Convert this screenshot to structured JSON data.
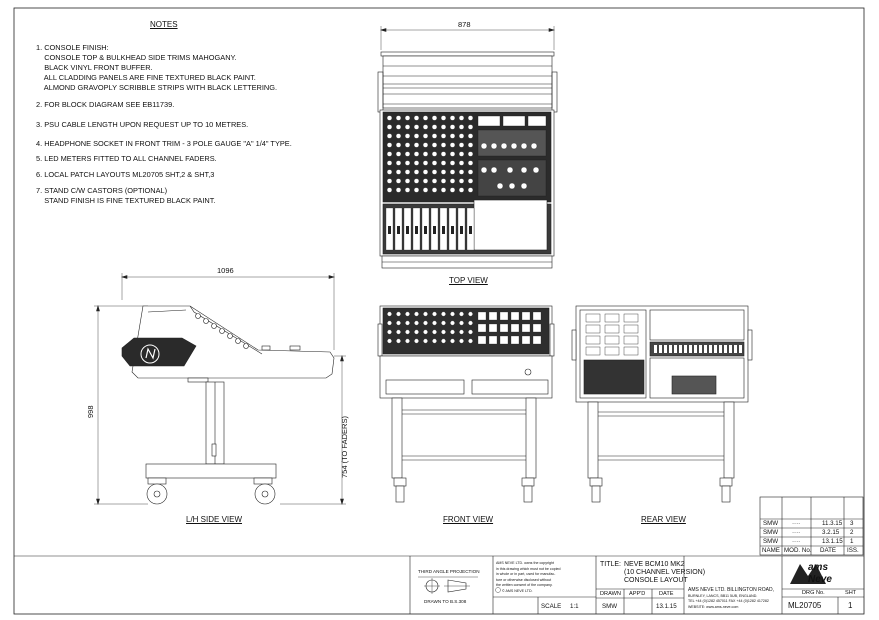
{
  "notes": {
    "title": "NOTES",
    "lines": [
      "1. CONSOLE FINISH:",
      "    CONSOLE TOP & BULKHEAD SIDE TRIMS MAHOGANY.",
      "    BLACK VINYL FRONT BUFFER.",
      "    ALL CLADDING PANELS ARE FINE TEXTURED BLACK PAINT.",
      "    ALMOND GRAVOPLY SCRIBBLE STRIPS WITH BLACK LETTERING.",
      "2. FOR BLOCK DIAGRAM SEE EB11739.",
      "3. PSU CABLE LENGTH UPON REQUEST UP TO 10 METRES.",
      "4. HEADPHONE SOCKET IN FRONT TRIM - 3 POLE GAUGE \"A\" 1/4\" TYPE.",
      "5. LED METERS FITTED TO ALL CHANNEL FADERS.",
      "6. LOCAL PATCH LAYOUTS ML20705 SHT,2 & SHT,3",
      "7. STAND C/W CASTORS (OPTIONAL)",
      "    STAND FINISH IS FINE TEXTURED BLACK PAINT."
    ]
  },
  "views": {
    "top": "TOP VIEW",
    "side": "L/H SIDE VIEW",
    "front": "FRONT VIEW",
    "rear": "REAR VIEW"
  },
  "dimensions": {
    "top_width": "878",
    "side_width": "1096",
    "side_height": "998",
    "fader_height": "754 (TO FADERS)"
  },
  "revisions": {
    "rows": [
      {
        "name": "SMW",
        "mod": "····",
        "date": "11.3.15",
        "iss": "3"
      },
      {
        "name": "SMW",
        "mod": "····",
        "date": "3.2.15",
        "iss": "2"
      },
      {
        "name": "SMW",
        "mod": "····",
        "date": "13.1.15",
        "iss": "1"
      }
    ],
    "headers": {
      "name": "NAME",
      "mod": "MOD. No.",
      "date": "DATE",
      "iss": "ISS."
    }
  },
  "title_block": {
    "projection_label": "THIRD ANGLE PROJECTION",
    "projection_standard": "DRAWN TO B.S.308",
    "copyright_lines": [
      "AMS NEVE LTD. owns the copyright",
      "in this drawing which must not be copied",
      "in whole or in part, used for manufac-",
      "ture or otherwise disclosed without",
      "the written consent of the company.",
      "© AMS NEVE LTD."
    ],
    "scale_label": "SCALE",
    "scale_value": "1:1",
    "title_label": "TITLE:",
    "title_lines": [
      "NEVE BCM10 MK2",
      "(10 CHANNEL VERSION)",
      "CONSOLE LAYOUT"
    ],
    "drawn_label": "DRAWN",
    "appd_label": "APP'D",
    "date_label": "DATE",
    "drawn_value": "SMW",
    "date_value": "13.1.15",
    "company_lines": [
      "AMS NEVE LTD.   BILLINGTON ROAD,",
      "BURNLEY, LANCS, BB11 5UB, ENGLAND.",
      "TEL +44 (0)1282 457011  FAX +44 (0)1282 417282",
      "WEBSITE: www.ams-neve.com"
    ],
    "drg_label": "DRG No.",
    "sht_label": "SHT",
    "drg_value": "ML20705",
    "sht_value": "1",
    "logo_top": "ams",
    "logo_bottom": "Neve"
  }
}
